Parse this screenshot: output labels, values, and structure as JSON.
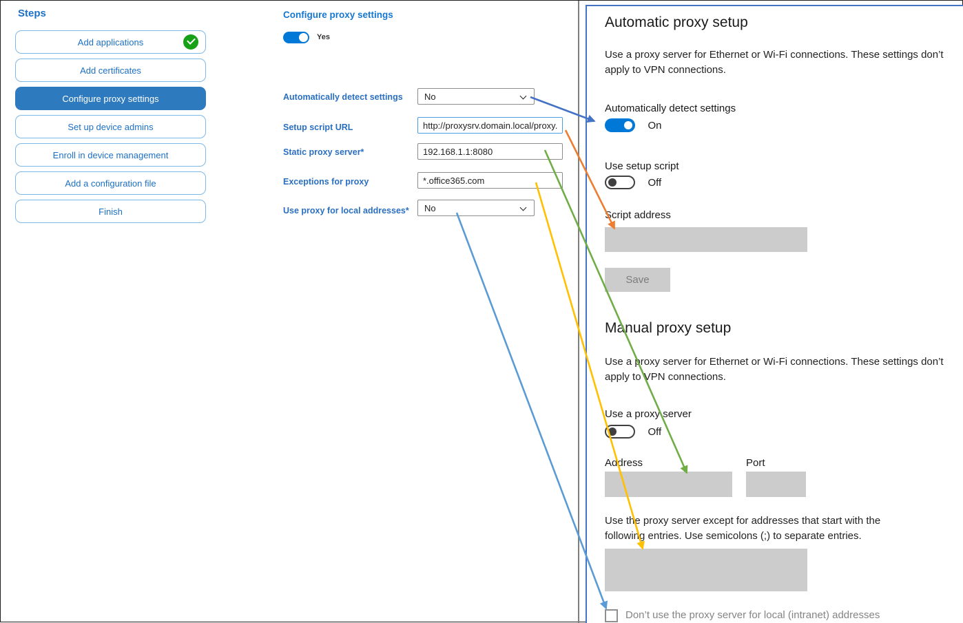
{
  "sidebar": {
    "title": "Steps",
    "items": [
      {
        "label": "Add applications",
        "completed": true,
        "selected": false
      },
      {
        "label": "Add certificates",
        "completed": false,
        "selected": false
      },
      {
        "label": "Configure proxy settings",
        "completed": false,
        "selected": true
      },
      {
        "label": "Set up device admins",
        "completed": false,
        "selected": false
      },
      {
        "label": "Enroll in device management",
        "completed": false,
        "selected": false
      },
      {
        "label": "Add a configuration file",
        "completed": false,
        "selected": false
      },
      {
        "label": "Finish",
        "completed": false,
        "selected": false
      }
    ]
  },
  "form": {
    "title": "Configure proxy settings",
    "enabled_toggle": {
      "label": "Yes",
      "state": "on"
    },
    "fields": [
      {
        "label": "Automatically detect settings",
        "type": "select",
        "value": "No"
      },
      {
        "label": "Setup script URL",
        "type": "text",
        "value": "http://proxysrv.domain.local/proxy.pa",
        "focused": true
      },
      {
        "label": "Static proxy server*",
        "type": "text",
        "value": "192.168.1.1:8080"
      },
      {
        "label": "Exceptions for proxy",
        "type": "text",
        "value": "*.office365.com"
      },
      {
        "label": "Use proxy for local addresses*",
        "type": "select",
        "value": "No"
      }
    ]
  },
  "settings_panel": {
    "automatic": {
      "title": "Automatic proxy setup",
      "description": "Use a proxy server for Ethernet or Wi-Fi connections. These settings don’t apply to VPN connections.",
      "detect_label": "Automatically detect settings",
      "detect_state": "On",
      "script_toggle_label": "Use setup script",
      "script_toggle_state": "Off",
      "script_address_label": "Script address",
      "save_label": "Save"
    },
    "manual": {
      "title": "Manual proxy setup",
      "description": "Use a proxy server for Ethernet or Wi-Fi connections. These settings don’t apply to VPN connections.",
      "proxy_toggle_label": "Use a proxy server",
      "proxy_toggle_state": "Off",
      "address_label": "Address",
      "port_label": "Port",
      "exceptions_text": "Use the proxy server except for addresses that start with the following entries. Use semicolons (;) to separate entries.",
      "local_checkbox_label": "Don’t use the proxy server for local (intranet) addresses"
    }
  },
  "arrows": [
    {
      "name": "detect-settings-mapping",
      "color": "#4472C4",
      "from": "Automatically detect settings dropdown",
      "to": "Automatically detect settings toggle"
    },
    {
      "name": "setup-script-url-mapping",
      "color": "#ED7D31",
      "from": "Setup script URL field",
      "to": "Script address box"
    },
    {
      "name": "static-proxy-mapping",
      "color": "#70AD47",
      "from": "Static proxy server field",
      "to": "Address box"
    },
    {
      "name": "proxy-exceptions-mapping",
      "color": "#FFC000",
      "from": "Exceptions for proxy field",
      "to": "Exceptions entry box"
    },
    {
      "name": "local-addresses-mapping",
      "color": "#5B9BD5",
      "from": "Use proxy for local addresses dropdown",
      "to": "Local intranet addresses checkbox"
    }
  ]
}
